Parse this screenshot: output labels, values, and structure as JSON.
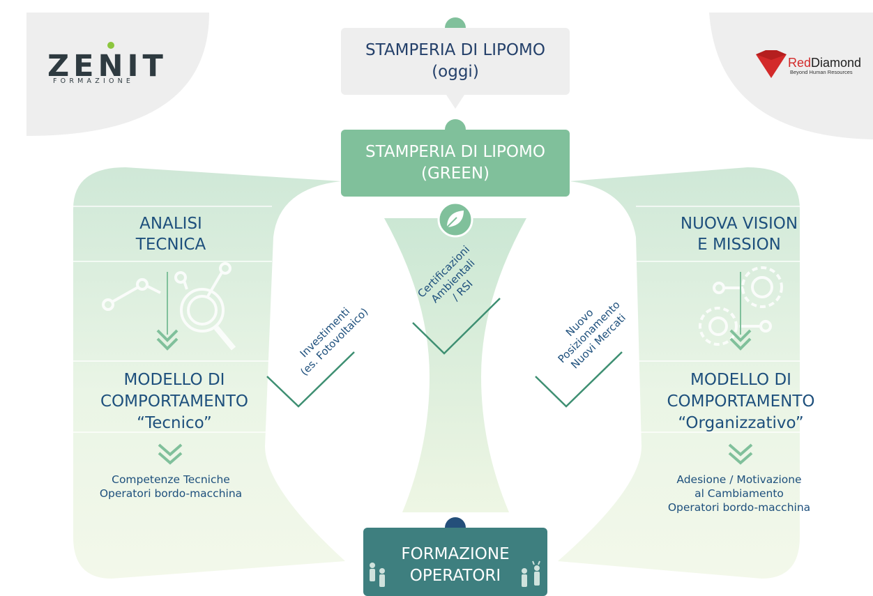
{
  "logos": {
    "left_main": "ZENIT",
    "left_sub": "FORMAZIONE",
    "right_red": "Red",
    "right_dark": "Diamond",
    "right_sub": "Beyond Human Resources"
  },
  "top_box": {
    "line1": "STAMPERIA DI LIPOMO",
    "line2": "(oggi)"
  },
  "green_box": {
    "line1": "STAMPERIA DI LIPOMO",
    "line2": "(GREEN)"
  },
  "bottom_box": {
    "line1": "FORMAZIONE",
    "line2": "OPERATORI"
  },
  "left_column": {
    "title_line1": "ANALISI",
    "title_line2": "TECNICA",
    "model_line1": "MODELLO DI",
    "model_line2": "COMPORTAMENTO",
    "model_line3": "“Tecnico”",
    "result_line1": "Competenze Tecniche",
    "result_line2": "Operatori bordo-macchina"
  },
  "right_column": {
    "title_line1": "NUOVA VISION",
    "title_line2": "E MISSION",
    "model_line1": "MODELLO DI",
    "model_line2": "COMPORTAMENTO",
    "model_line3": "“Organizzativo”",
    "result_line1": "Adesione / Motivazione",
    "result_line2": "al Cambiamento",
    "result_line3": "Operatori bordo-macchina"
  },
  "branches": {
    "left_line1": "Investimenti",
    "left_line2": "(es. Fotovoltaico)",
    "center_line1": "Certificazioni",
    "center_line2": "Ambientali",
    "center_line3": "/ RSI",
    "right_line1": "Nuovo",
    "right_line2": "Posizionamento",
    "right_line3": "Nuovi Mercati"
  },
  "colors": {
    "green": "#80c09b",
    "teal": "#3e7f7f",
    "navy_dot": "#244f7a",
    "text_blue": "#1d4f7c",
    "grey_panel": "#eeeeee"
  },
  "icons": [
    "leaf-icon",
    "network-magnifier-icon",
    "gears-icon",
    "people-icon",
    "chevron-down-icon"
  ]
}
